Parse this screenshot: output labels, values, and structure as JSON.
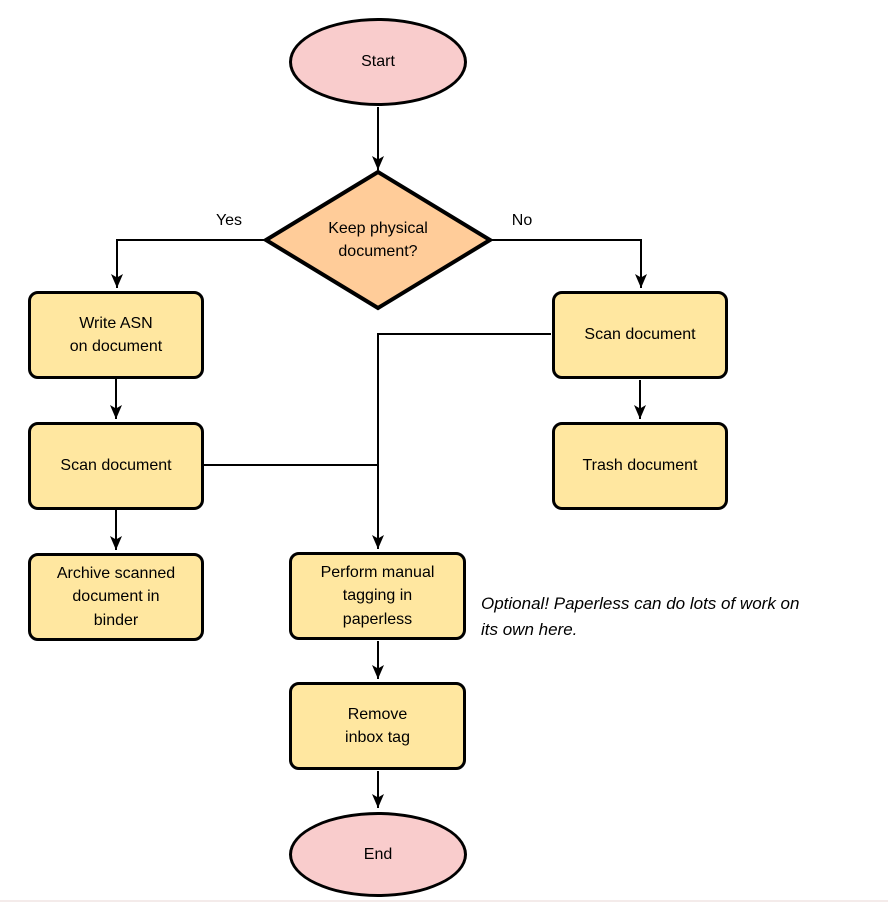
{
  "nodes": {
    "start": {
      "label": "Start",
      "shape": "ellipse"
    },
    "decision": {
      "label": "Keep physical\ndocument?",
      "shape": "diamond"
    },
    "write_asn": {
      "label": "Write ASN\non document",
      "shape": "rect"
    },
    "scan_left": {
      "label": "Scan document",
      "shape": "rect"
    },
    "archive": {
      "label": "Archive scanned\ndocument in\nbinder",
      "shape": "rect"
    },
    "scan_right": {
      "label": "Scan document",
      "shape": "rect"
    },
    "trash": {
      "label": "Trash document",
      "shape": "rect"
    },
    "tagging": {
      "label": "Perform manual\ntagging in\npaperless",
      "shape": "rect"
    },
    "remove_inbox": {
      "label": "Remove\ninbox tag",
      "shape": "rect"
    },
    "end": {
      "label": "End",
      "shape": "ellipse"
    }
  },
  "edge_labels": {
    "yes": "Yes",
    "no": "No"
  },
  "annotation": "Optional! Paperless can do lots of work on\nits own here.",
  "colors": {
    "terminator_fill": "#F9CCCC",
    "decision_fill": "#FFCC99",
    "process_fill": "#FFE7A0",
    "stroke": "#000000"
  }
}
